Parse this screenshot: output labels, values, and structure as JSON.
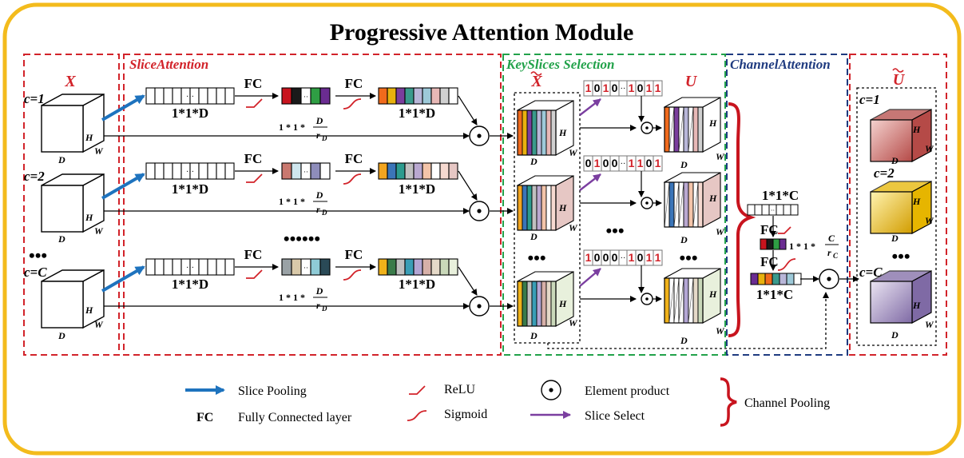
{
  "title": "Progressive Attention Module",
  "sections": {
    "slice_attention": "SliceAttention",
    "keyslices": "KeySlices Selection",
    "channel_attention": "ChannelAttention"
  },
  "input": {
    "var": "X",
    "channels": [
      "c=1",
      "c=2",
      "c=C"
    ],
    "dots": "•••",
    "dim_h": "H",
    "dim_w": "W",
    "dim_d": "D"
  },
  "slice_attention": {
    "vector_label": "1*1*D",
    "fc_label": "FC",
    "reduced_label_prefix": "1 * 1 *",
    "reduced_num": "D",
    "reduced_den": "r",
    "reduced_sub": "D",
    "vertical_dots": "••••••",
    "rows": [
      {
        "mid_colors": [
          "#c8141e",
          "#1a1a1a",
          "#2f9e44",
          "#6a2c91"
        ],
        "out_colors": [
          "#f06a1c",
          "#e8b10e",
          "#7a3e9d",
          "#3a9a8c",
          "#b8b6d8",
          "#9dc9d8",
          "#e7b8b6",
          "#d0d0d0",
          "#ffffff"
        ]
      },
      {
        "mid_colors": [
          "#c9786f",
          "#cfe6ee",
          "#8e8dbb",
          "#ffffff"
        ],
        "out_colors": [
          "#f2a520",
          "#3b75b8",
          "#2c9b8e",
          "#c0c0c0",
          "#b9a8d0",
          "#f3c4a9",
          "#ffffff",
          "#f6d9d0",
          "#e6c7c4"
        ]
      },
      {
        "mid_colors": [
          "#9aa2a6",
          "#d9c9a9",
          "#8fcbd6",
          "#2a4a57"
        ],
        "out_colors": [
          "#f0b21a",
          "#3a7b4a",
          "#c0c0c0",
          "#3a9eb6",
          "#b3a6d4",
          "#d7b0a8",
          "#e5d9c8",
          "#c9d8b9",
          "#e8f0dc"
        ]
      }
    ]
  },
  "keyslices": {
    "var_x": "X",
    "var_u": "U",
    "rows": [
      {
        "bits_a": [
          "1",
          "0",
          "1",
          "0"
        ],
        "bits_b": [
          "1",
          "0",
          "1",
          "1"
        ],
        "sep": "··"
      },
      {
        "bits_a": [
          "0",
          "1",
          "0",
          "0"
        ],
        "bits_b": [
          "1",
          "1",
          "0",
          "1"
        ],
        "sep": "··"
      },
      {
        "bits_a": [
          "1",
          "0",
          "0",
          "0"
        ],
        "bits_b": [
          "1",
          "0",
          "1",
          "1"
        ],
        "sep": "··"
      }
    ],
    "dots": "•••"
  },
  "channel_attention": {
    "top_label": "1*1*C",
    "fc_label": "FC",
    "reduced_label_prefix": "1 * 1 *",
    "reduced_num": "C",
    "reduced_den": "r",
    "reduced_sub": "C",
    "bottom_label": "1*1*C",
    "mid_colors": [
      "#c8141e",
      "#1a1a1a",
      "#2f9e44",
      "#6a2c91"
    ],
    "out_colors": [
      "#6a2c91",
      "#e8b10e",
      "#f06a1c",
      "#3a9a8c",
      "#b8b6d8",
      "#9dc9d8",
      "#ffffff"
    ]
  },
  "output": {
    "var": "U",
    "channels": [
      "c=1",
      "c=2",
      "c=C"
    ],
    "dots": "•••",
    "colors": [
      "#b54a47",
      "#e6b500",
      "#7f6aa5"
    ]
  },
  "legend": {
    "slice_pooling": "Slice Pooling",
    "fc_key": "FC",
    "fc_desc": "Fully Connected layer",
    "relu": "ReLU",
    "sigmoid": "Sigmoid",
    "element_product": "Element product",
    "slice_select": "Slice Select",
    "channel_pooling": "Channel Pooling"
  },
  "colors": {
    "frame": "#f3bb1c",
    "red_dash": "#d2232a",
    "green_dash": "#22a24a",
    "navy_dash": "#1f3b80",
    "pool_arrow": "#1e73be",
    "select_arrow": "#7b3fa0",
    "brace": "#c8141e"
  }
}
